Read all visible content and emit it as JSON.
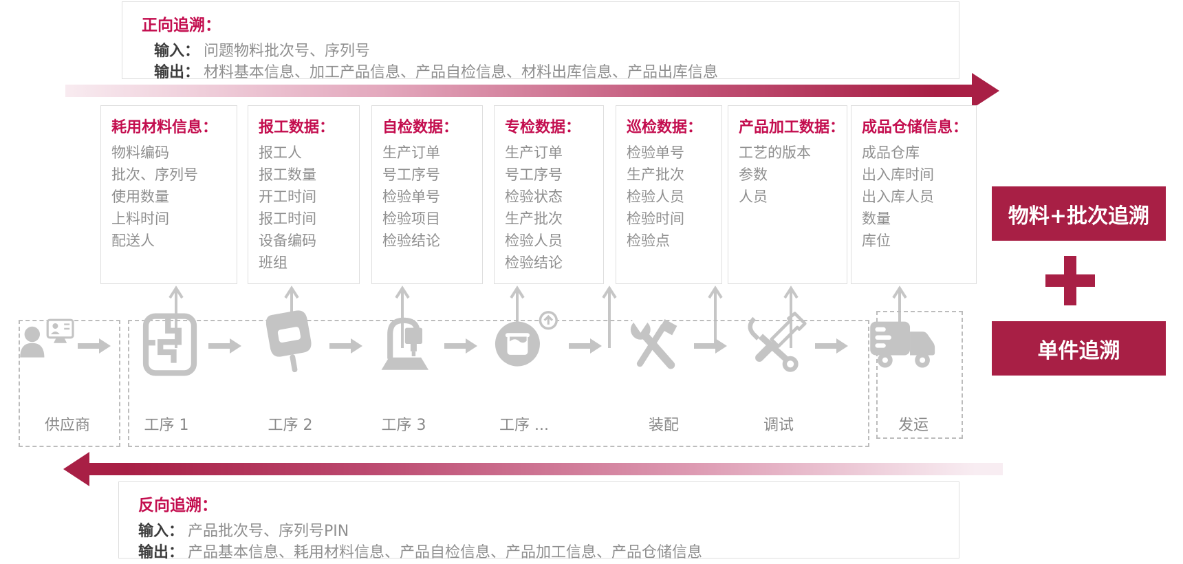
{
  "accent_colors": {
    "crimson_solid": "#a81f45",
    "red_title": "#c30d4e",
    "gray_text": "#8f8f8f",
    "gray_icon": "#c4c4c4"
  },
  "forward_trace": {
    "title": "正向追溯：",
    "input_label": "输入：",
    "input_value": "问题物料批次号、序列号",
    "output_label": "输出：",
    "output_value": "材料基本信息、加工产品信息、产品自检信息、材料出库信息、产品出库信息"
  },
  "backward_trace": {
    "title": "反向追溯：",
    "input_label": "输入：",
    "input_value": "产品批次号、序列号PIN",
    "output_label": "输出：",
    "output_value": "产品基本信息、耗用材料信息、产品自检信息、产品加工信息、产品仓储信息"
  },
  "data_columns": [
    {
      "title": "耗用材料信息：",
      "items": [
        "物料编码",
        "批次、序列号",
        "使用数量",
        "上料时间",
        "配送人"
      ]
    },
    {
      "title": "报工数据：",
      "items": [
        "报工人",
        "报工数量",
        "开工时间",
        "报工时间",
        "设备编码",
        "班组"
      ]
    },
    {
      "title": "自检数据：",
      "items": [
        "生产订单",
        "号工序号",
        "检验单号",
        "检验项目",
        "检验结论"
      ]
    },
    {
      "title": "专检数据：",
      "items": [
        "生产订单",
        "号工序号",
        "检验状态",
        "生产批次",
        "检验人员",
        "检验结论"
      ]
    },
    {
      "title": "巡检数据：",
      "items": [
        "检验单号",
        "生产批次",
        "检验人员",
        "检验时间",
        "检验点"
      ]
    },
    {
      "title": "产品加工数据：",
      "items": [
        "工艺的版本",
        "参数",
        "人员"
      ]
    },
    {
      "title": "成品仓储信息：",
      "items": [
        "成品仓库",
        "出入库时间",
        "出入库人员",
        "数量",
        "库位"
      ]
    }
  ],
  "process": {
    "supplier": {
      "label": "供应商",
      "icon": "person-id-card-icon"
    },
    "steps": [
      {
        "label": "工序 1",
        "icon": "maze-part-icon"
      },
      {
        "label": "工序 2",
        "icon": "welding-mask-icon"
      },
      {
        "label": "工序 3",
        "icon": "cnc-machine-icon"
      },
      {
        "label": "工序 ...",
        "icon": "paint-bucket-upload-icon"
      },
      {
        "label": "装配",
        "icon": "wrench-screwdriver-icon"
      },
      {
        "label": "调试",
        "icon": "tuning-tools-icon"
      },
      {
        "label": "发运",
        "icon": "delivery-truck-icon"
      }
    ]
  },
  "trace_types": {
    "batch": "物料+批次追溯",
    "plus_symbol": "+",
    "unit": "单件追溯"
  }
}
